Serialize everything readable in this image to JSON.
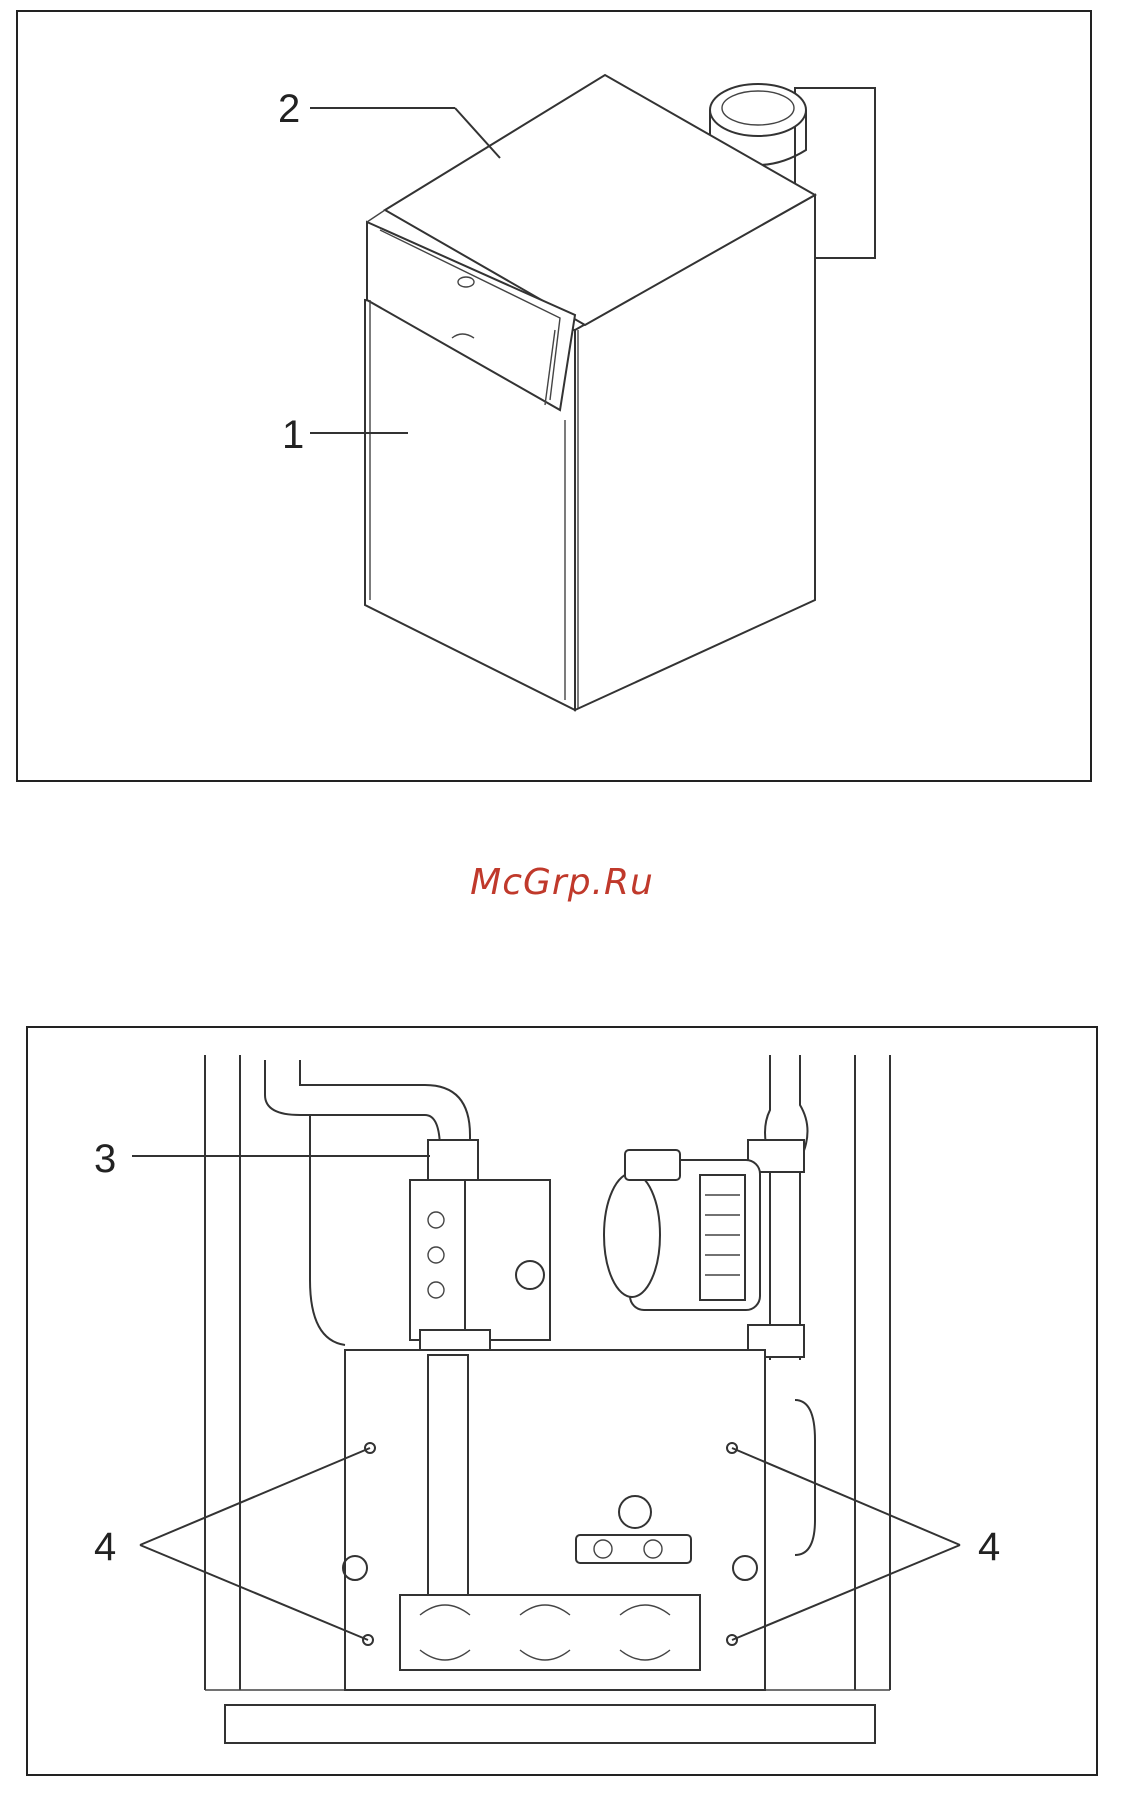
{
  "watermark": "McGrp.Ru",
  "top_figure": {
    "callouts": {
      "c1": "1",
      "c2": "2"
    }
  },
  "bottom_figure": {
    "callouts": {
      "c3": "3",
      "c4_left": "4",
      "c4_right": "4"
    }
  },
  "colors": {
    "watermark": "#c0392b",
    "line": "#333333"
  }
}
